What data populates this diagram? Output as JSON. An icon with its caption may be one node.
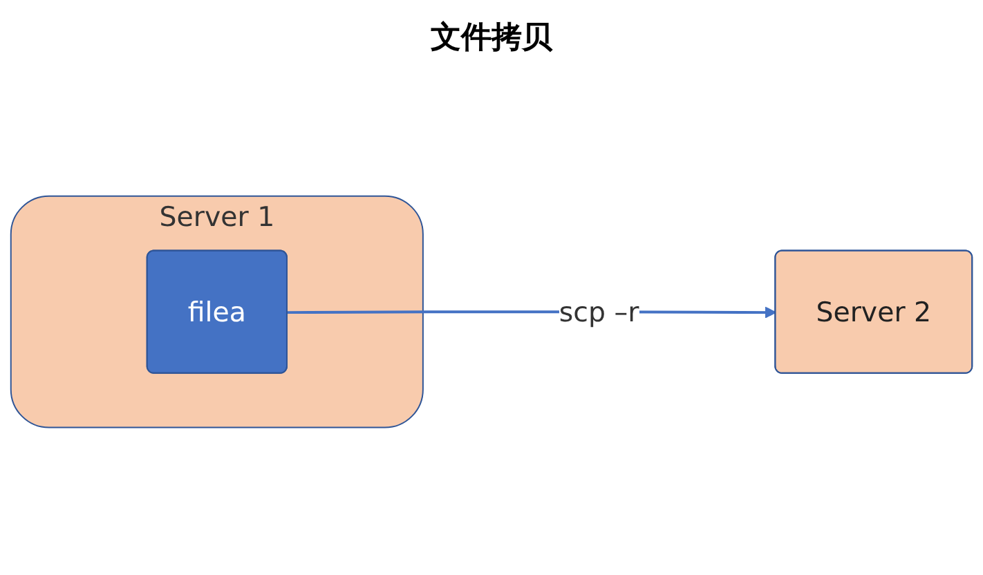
{
  "diagram": {
    "title": "文件拷贝",
    "nodes": [
      {
        "text": [
          "Server 1"
        ]
      },
      {
        "text": [
          "filea"
        ],
        "in": 0
      },
      {
        "text": [
          "Server 2"
        ]
      }
    ],
    "edges": [
      {
        "from": 1,
        "to": 2,
        "label": "scp –r",
        "arrow": "to"
      }
    ]
  }
}
